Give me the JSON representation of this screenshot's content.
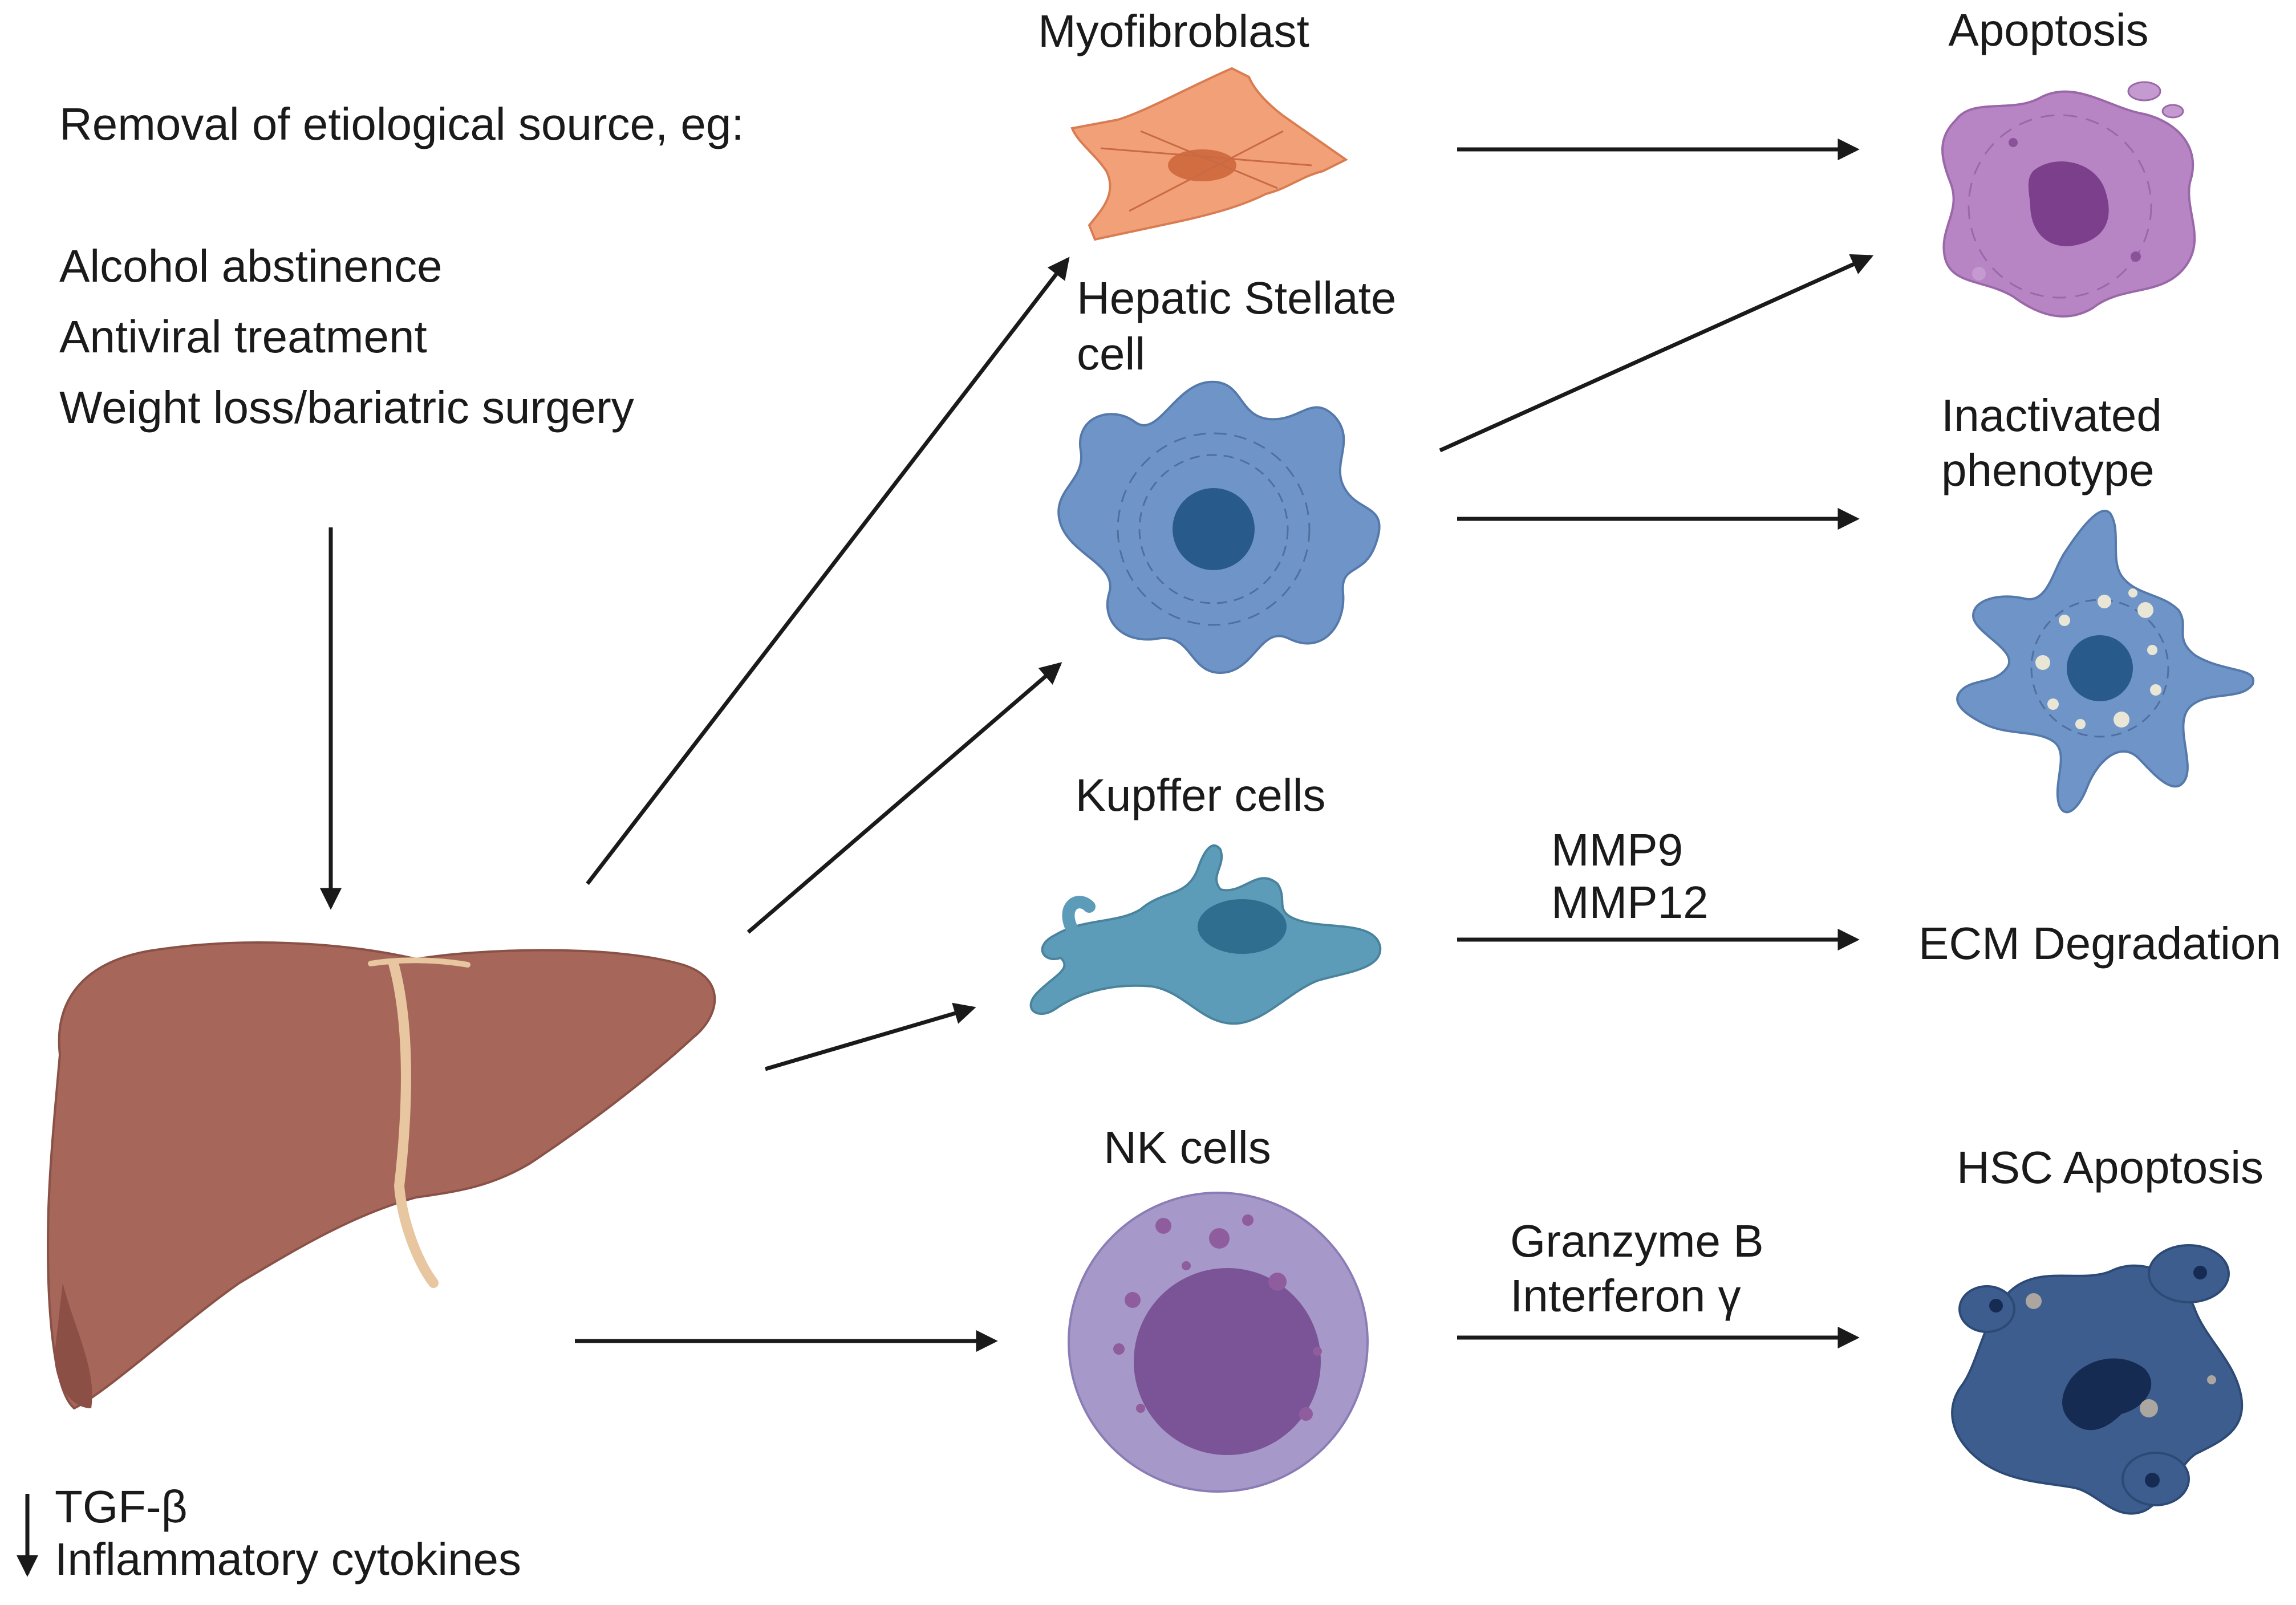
{
  "intro": {
    "heading": "Removal of etiological source, eg:",
    "items": [
      "Alcohol abstinence",
      "Antiviral treatment",
      "Weight loss/bariatric surgery"
    ]
  },
  "reduced": {
    "items": [
      "TGF-β",
      "Inflammatory cytokines"
    ]
  },
  "cells": {
    "myofibroblast": "Myofibroblast",
    "hsc_line1": "Hepatic Stellate",
    "hsc_line2": "cell",
    "kupffer": "Kupffer cells",
    "nk": "NK cells"
  },
  "outcomes": {
    "apoptosis": "Apoptosis",
    "inactivated_line1": "Inactivated",
    "inactivated_line2": "phenotype",
    "ecm": "ECM Degradation",
    "hsc_apoptosis": "HSC Apoptosis"
  },
  "mediators": {
    "mmp9": "MMP9",
    "mmp12": "MMP12",
    "granzyme": "Granzyme B",
    "interferon": "Interferon γ"
  },
  "colors": {
    "liver": "#a6665a",
    "myofibroblast": "#f2a078",
    "stellate": "#6f95c8",
    "stellate_nucleus": "#285a8c",
    "kupffer": "#5d9cb8",
    "nk": "#a699c9",
    "nk_nucleus": "#7a5496",
    "apoptosis_cell": "#b784c4",
    "hsc_apoptosis_cell": "#3c5d8e"
  }
}
